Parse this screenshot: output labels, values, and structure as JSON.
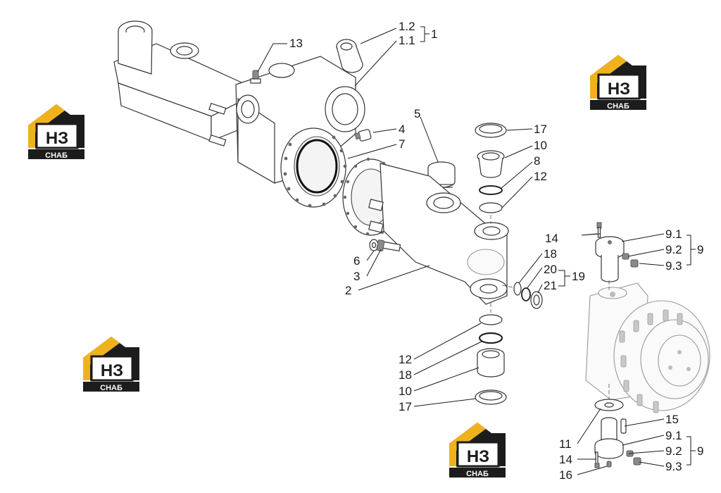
{
  "brand": {
    "logo_main": "НЗ",
    "logo_sub": "СНАБ",
    "colors": {
      "gold": "#f0b21c",
      "dark": "#1c1c1c",
      "white": "#ffffff"
    }
  },
  "callouts": {
    "c1_2": "1.2",
    "c1_1": "1.1",
    "c1": "1",
    "c13": "13",
    "c5": "5",
    "c4": "4",
    "c7": "7",
    "c17a": "17",
    "c10a": "10",
    "c8": "8",
    "c12a": "12",
    "c14a": "14",
    "c9_1a": "9.1",
    "c9_2a": "9.2",
    "c9_3a": "9.3",
    "c9a": "9",
    "c6": "6",
    "c3": "3",
    "c2": "2",
    "c18a": "18",
    "c20": "20",
    "c21": "21",
    "c19": "19",
    "c12b": "12",
    "c18b": "18",
    "c10b": "10",
    "c17b": "17",
    "c15": "15",
    "c11": "11",
    "c14b": "14",
    "c16": "16",
    "c9_1b": "9.1",
    "c9_2b": "9.2",
    "c9_3b": "9.3",
    "c9b": "9"
  }
}
